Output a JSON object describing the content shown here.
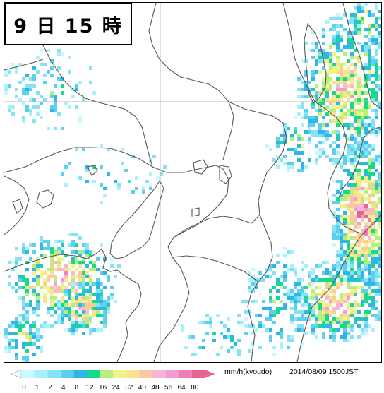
{
  "time_label": "9 日 15 時",
  "legend": {
    "unit_label": "mm/h(kyoudo)",
    "timestamp": "2014/08/09 1500JST",
    "levels": [
      {
        "label": "0",
        "color": "#ccf7fb"
      },
      {
        "label": "1",
        "color": "#a8f0fa"
      },
      {
        "label": "2",
        "color": "#86e3f6"
      },
      {
        "label": "4",
        "color": "#5ed0ef"
      },
      {
        "label": "8",
        "color": "#2fb6e6"
      },
      {
        "label": "12",
        "color": "#16d98f"
      },
      {
        "label": "16",
        "color": "#b6f07a"
      },
      {
        "label": "24",
        "color": "#eef58a"
      },
      {
        "label": "32",
        "color": "#fbe38d"
      },
      {
        "label": "40",
        "color": "#fbc99c"
      },
      {
        "label": "48",
        "color": "#f8b6d6"
      },
      {
        "label": "56",
        "color": "#f399d8"
      },
      {
        "label": "64",
        "color": "#ee7fb4"
      },
      {
        "label": "80",
        "color": "#e86490"
      }
    ]
  },
  "colors": {
    "outline": "#555555",
    "graticule": "#bbbbbb"
  }
}
